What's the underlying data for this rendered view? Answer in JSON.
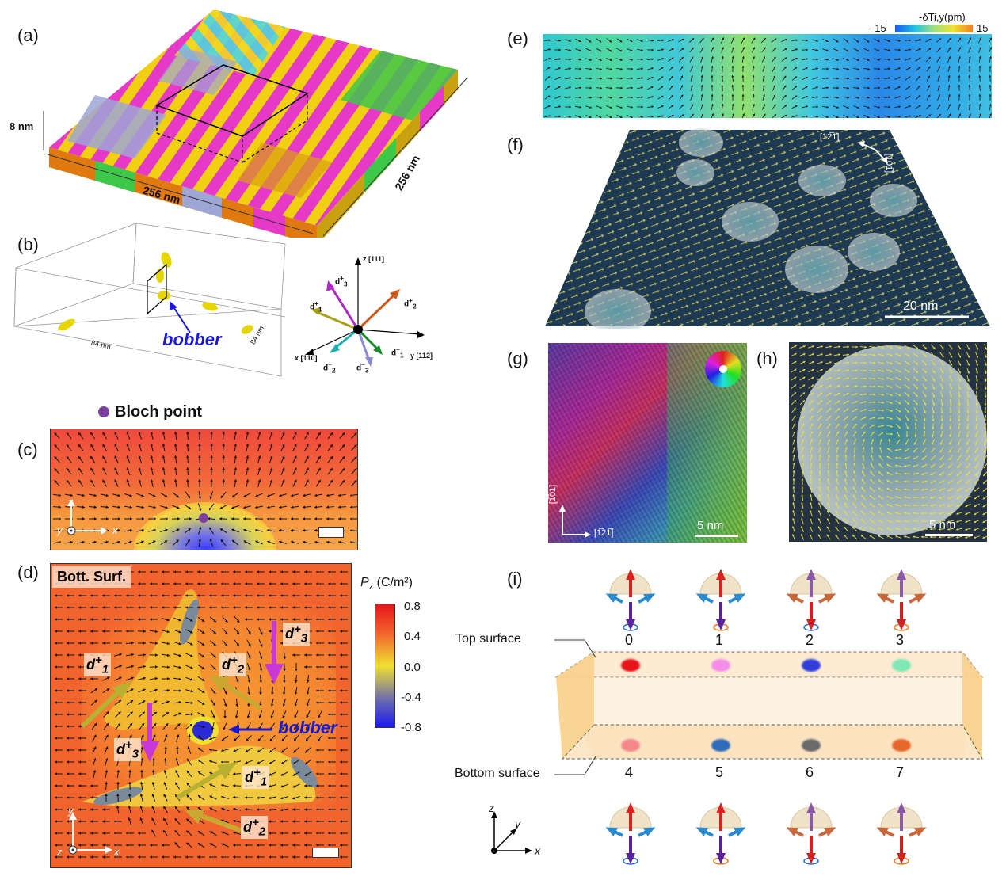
{
  "panels": {
    "a": "(a)",
    "b": "(b)",
    "c": "(c)",
    "d": "(d)",
    "e": "(e)",
    "f": "(f)",
    "g": "(g)",
    "h": "(h)",
    "i": "(i)"
  },
  "panel_a": {
    "dim_thickness": "8 nm",
    "dim_width": "256 nm",
    "dim_depth": "256 nm"
  },
  "panel_b": {
    "dim_width": "84 nm",
    "dim_depth": "84 nm",
    "bobber_label": "bobber",
    "axis_z": "z [111]",
    "axis_x": "x [1̅1̅0]",
    "axis_y": "y [11̅2̅]",
    "vectors": {
      "d1p": "d",
      "d2p": "d",
      "d3p": "d",
      "d1m": "d",
      "d2m": "d",
      "d3m": "d"
    }
  },
  "panel_c": {
    "bloch_legend": "Bloch point",
    "axis_z": "z",
    "axis_x": "x",
    "axis_y": "y"
  },
  "panel_d": {
    "surface_label": "Bott. Surf.",
    "bobber_label": "bobber",
    "colorbar_title": "P",
    "colorbar_sub": "z",
    "colorbar_unit": "(C/m²)",
    "colorbar_ticks": [
      "0.8",
      "0.4",
      "0.0",
      "-0.4",
      "-0.8"
    ],
    "axis_y": "y",
    "axis_x": "x",
    "axis_z": "z",
    "labels": [
      "d",
      "d",
      "d",
      "d",
      "d"
    ]
  },
  "panel_e": {
    "colorbar_title": "-δTi,y(pm)",
    "cb_min": "-15",
    "cb_max": "15"
  },
  "panel_f": {
    "dir1": "[12̅1]",
    "dir2": "[101̅]",
    "scalebar": "20 nm"
  },
  "panel_g": {
    "dir_v": "[1̅01]",
    "dir_h": "[1̅21̅]",
    "scalebar": "5 nm"
  },
  "panel_h": {
    "scalebar": "5 nm"
  },
  "panel_i": {
    "top_surface": "Top surface",
    "bottom_surface": "Bottom surface",
    "top_numbers": [
      "0",
      "1",
      "2",
      "3"
    ],
    "bottom_numbers": [
      "4",
      "5",
      "6",
      "7"
    ],
    "top_colors": [
      "#e8141a",
      "#f48de6",
      "#2f3fd8",
      "#7fe8b4"
    ],
    "bottom_colors": [
      "#f5878a",
      "#2f6bb8",
      "#6a6a6a",
      "#e5682a"
    ],
    "axis_z": "z",
    "axis_y": "y",
    "axis_x": "x"
  },
  "colors": {
    "bobber": "#1a1ad6",
    "bloch_point": "#7a3fa0",
    "red": "#e8141a"
  }
}
